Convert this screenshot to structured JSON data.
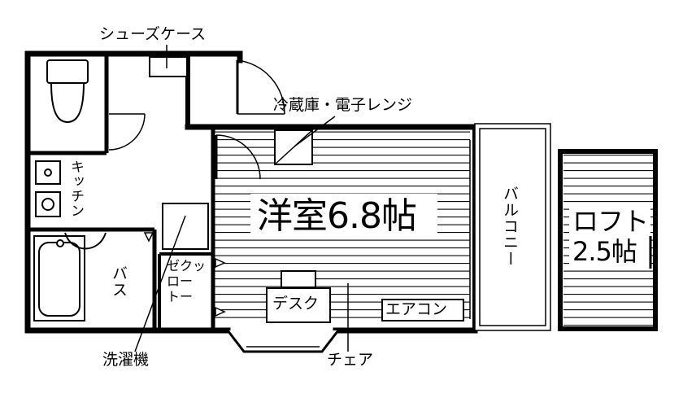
{
  "floorplan": {
    "rooms": {
      "western_room": "洋室6.8帖",
      "loft_line1": "ロフト",
      "loft_line2": "2.5帖",
      "balcony": "バルコニー",
      "kitchen": "キッチン",
      "bath": "バス",
      "closet": "ゼクッロー\nトー"
    },
    "callouts": {
      "shoe_case": "シューズケース",
      "fridge_microwave": "冷蔵庫・電子レンジ",
      "washing_machine": "洗濯機",
      "chair": "チェア"
    },
    "furniture": {
      "desk": "デスク",
      "air_conditioner": "エアコン"
    },
    "colors": {
      "wall": "#000000",
      "background": "#ffffff",
      "hatch": "#000000"
    }
  }
}
